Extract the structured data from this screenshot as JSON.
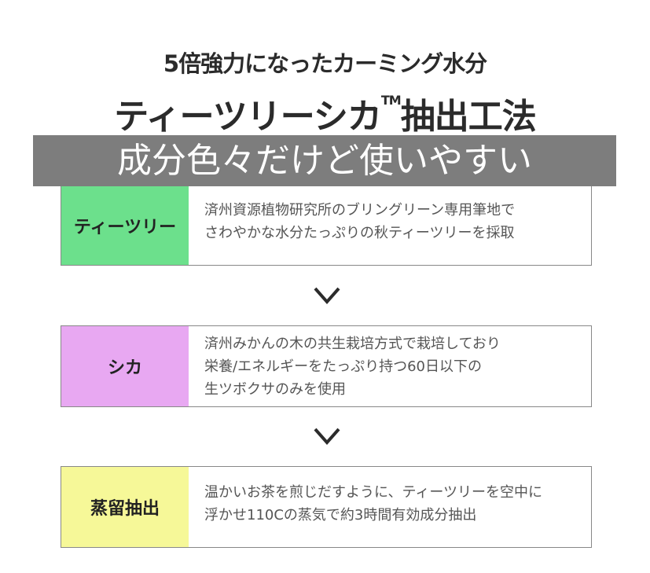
{
  "header": {
    "subtitle": "5倍強力になったカーミング水分",
    "title": "ティーツリーシカ",
    "title_mark": "TM",
    "title_suffix": "抽出工法",
    "banner": "成分色々だけど使いやすい"
  },
  "steps": [
    {
      "label": "ティーツリー",
      "color": "#6ce08c",
      "lines": [
        "済州資源植物研究所のブリングリーン専用筆地で",
        "さわやかな水分たっぷりの秋ティーツリーを採取"
      ]
    },
    {
      "label": "シカ",
      "color": "#e8a8f2",
      "lines": [
        "済州みかんの木の共生栽培方式で栽培しており",
        "栄養/エネルギーをたっぷり持つ60日以下の",
        "生ツボクサのみを使用"
      ]
    },
    {
      "label": "蒸留抽出",
      "color": "#f6f898",
      "lines": [
        "温かいお茶を煎じだすように、ティーツリーを空中に",
        "浮かせ110Cの蒸気で約3時間有効成分抽出"
      ]
    }
  ]
}
